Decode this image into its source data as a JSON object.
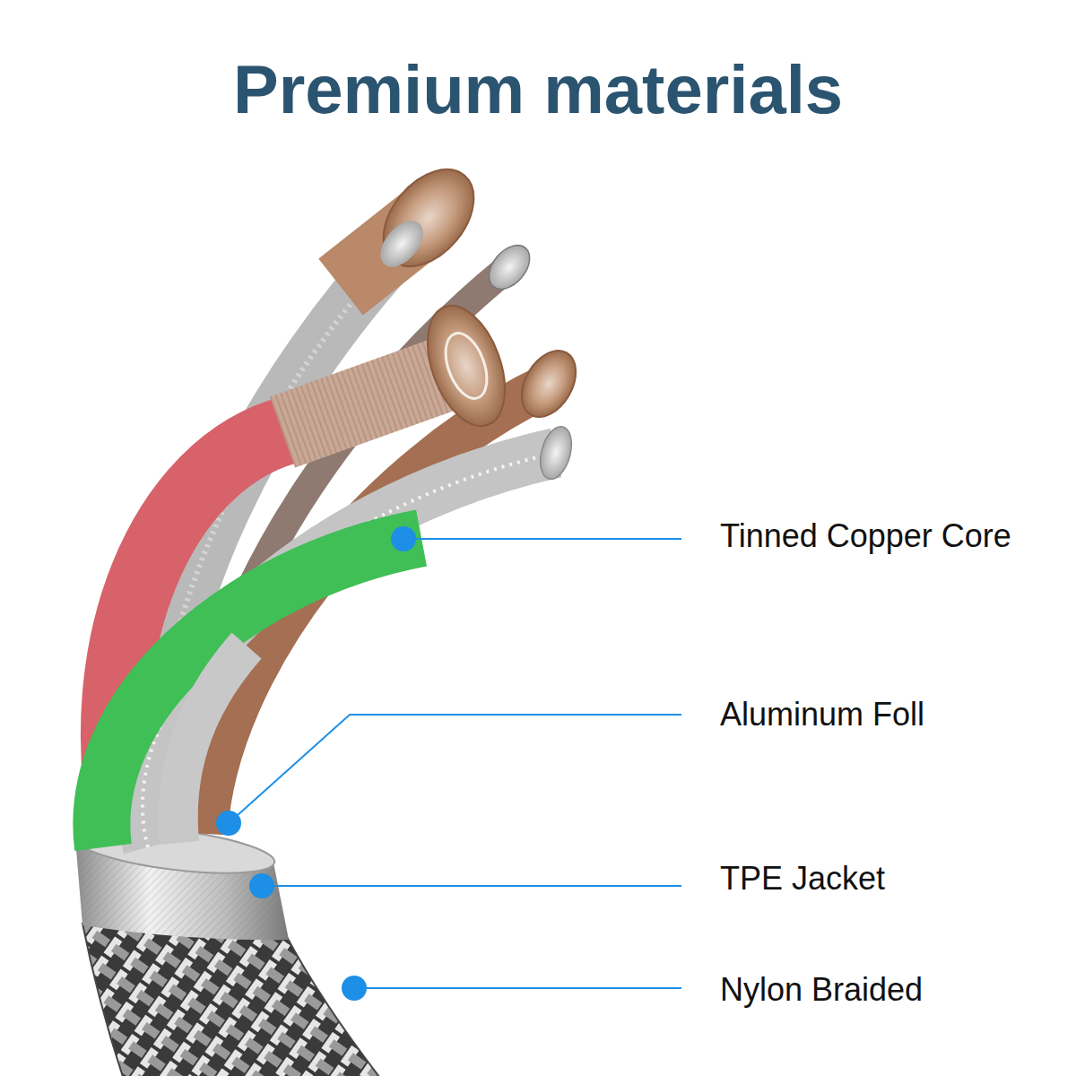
{
  "diagram": {
    "title": "Premium materials",
    "labels": [
      "Tinned Copper Core",
      "Aluminum Foll",
      "TPE Jacket",
      "Nylon Braided"
    ]
  }
}
